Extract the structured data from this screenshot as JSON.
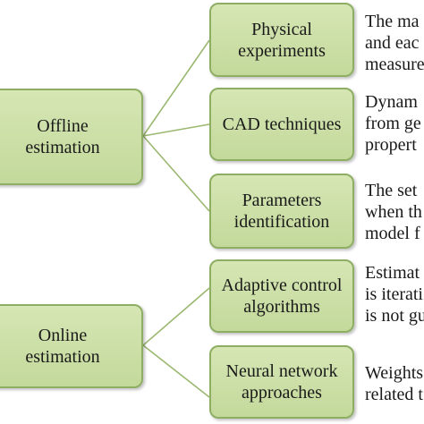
{
  "categories": [
    {
      "label_lines": [
        "Offline",
        "estimation"
      ],
      "methods": [
        {
          "label_lines": [
            "Physical",
            "experiments"
          ],
          "desc_lines": [
            "The ma",
            "and eac",
            "measure"
          ]
        },
        {
          "label_lines": [
            "CAD techniques"
          ],
          "desc_lines": [
            "Dynam",
            "from ge",
            "propert"
          ]
        },
        {
          "label_lines": [
            "Parameters",
            "identification"
          ],
          "desc_lines": [
            "The set",
            "when th",
            "model f"
          ]
        }
      ]
    },
    {
      "label_lines": [
        "Online",
        "estimation"
      ],
      "methods": [
        {
          "label_lines": [
            "Adaptive control",
            "algorithms"
          ],
          "desc_lines": [
            "Estimat",
            "is iterati",
            "is not gu"
          ]
        },
        {
          "label_lines": [
            "Neural network",
            "approaches"
          ],
          "desc_lines": [
            "Weights",
            "related t"
          ]
        }
      ]
    }
  ],
  "colors": {
    "box_fill": "#c9dda5",
    "box_border": "#8eae63",
    "connector": "#9ab870"
  }
}
